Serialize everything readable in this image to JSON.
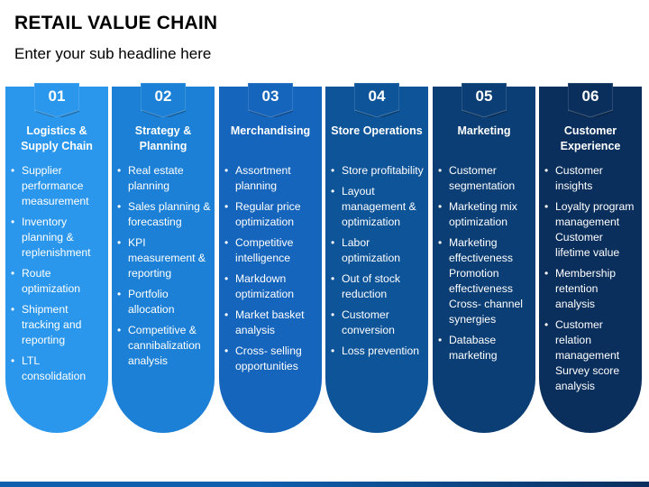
{
  "header": {
    "title": "RETAIL VALUE CHAIN",
    "subtitle": "Enter your sub headline here"
  },
  "colors": {
    "col1": "#2b97ec",
    "col2": "#1b80d6",
    "col3": "#1565bd",
    "col4": "#0d5499",
    "col5": "#0b3e74",
    "col6": "#0b2f5c"
  },
  "columns": [
    {
      "number": "01",
      "heading": "Logistics & Supply Chain",
      "items": [
        "Supplier performance measurement",
        "Inventory planning & replenishment",
        "Route optimization",
        "Shipment tracking and reporting",
        "LTL consolidation"
      ]
    },
    {
      "number": "02",
      "heading": "Strategy & Planning",
      "items": [
        "Real estate planning",
        "Sales planning & forecasting",
        "KPI measurement & reporting",
        "Portfolio allocation",
        "Competitive & cannibalization analysis"
      ]
    },
    {
      "number": "03",
      "heading": "Merchandising",
      "items": [
        "Assortment planning",
        "Regular price optimization",
        "Competitive intelligence",
        "Markdown optimization",
        "Market basket analysis",
        "Cross- selling opportunities"
      ]
    },
    {
      "number": "04",
      "heading": "Store Operations",
      "items": [
        "Store profitability",
        "Layout management & optimization",
        "Labor optimization",
        "Out of stock reduction",
        "Customer conversion",
        "Loss prevention"
      ]
    },
    {
      "number": "05",
      "heading": "Marketing",
      "items": [
        "Customer segmentation",
        "Marketing mix optimization",
        "Marketing effectiveness Promotion effectiveness Cross- channel synergies",
        "Database marketing"
      ]
    },
    {
      "number": "06",
      "heading": "Customer Experience",
      "items": [
        "Customer insights",
        "Loyalty program management Customer lifetime value",
        "Membership retention analysis",
        "Customer relation management Survey score analysis"
      ]
    }
  ]
}
